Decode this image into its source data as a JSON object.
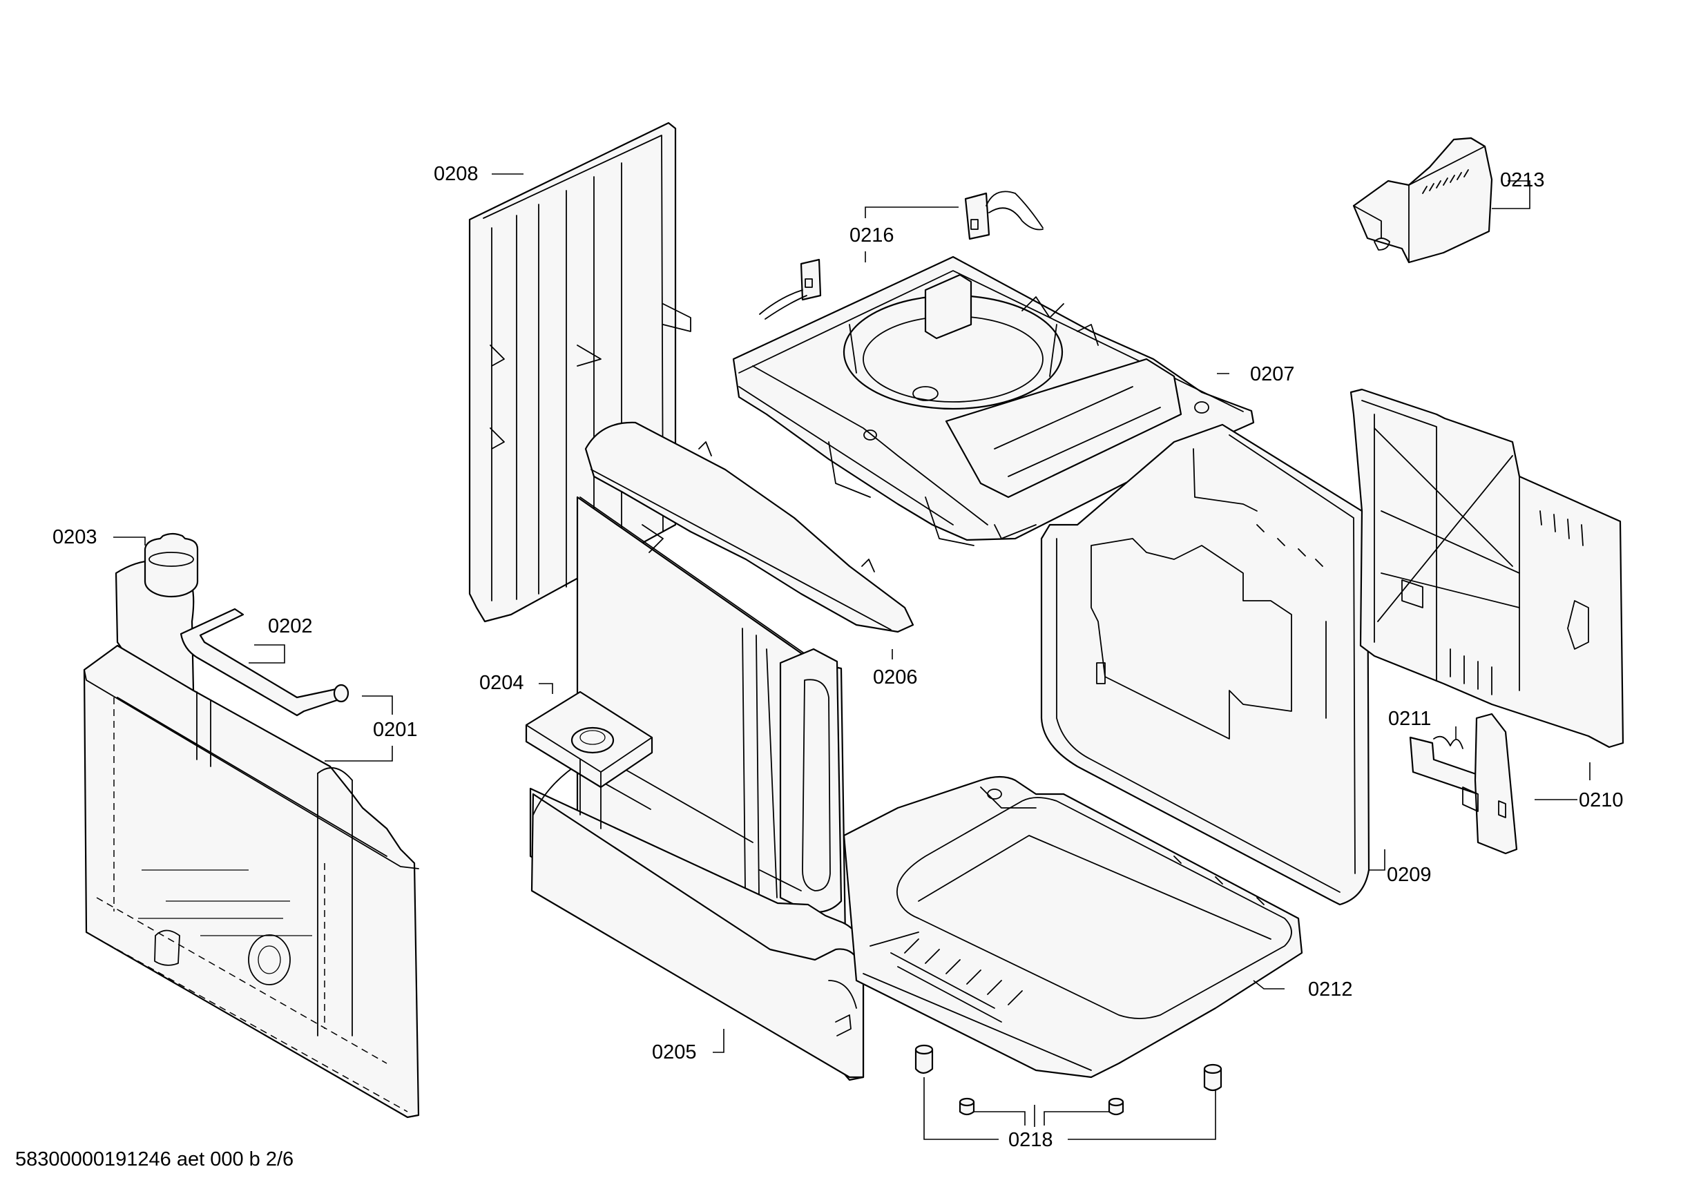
{
  "labels": {
    "p0201": "0201",
    "p0202": "0202",
    "p0203": "0203",
    "p0204": "0204",
    "p0205": "0205",
    "p0206": "0206",
    "p0207": "0207",
    "p0208": "0208",
    "p0209": "0209",
    "p0210": "0210",
    "p0211": "0211",
    "p0212": "0212",
    "p0213": "0213",
    "p0216": "0216",
    "p0218": "0218"
  },
  "footer": "58300000191246 aet 000 b 2/6"
}
